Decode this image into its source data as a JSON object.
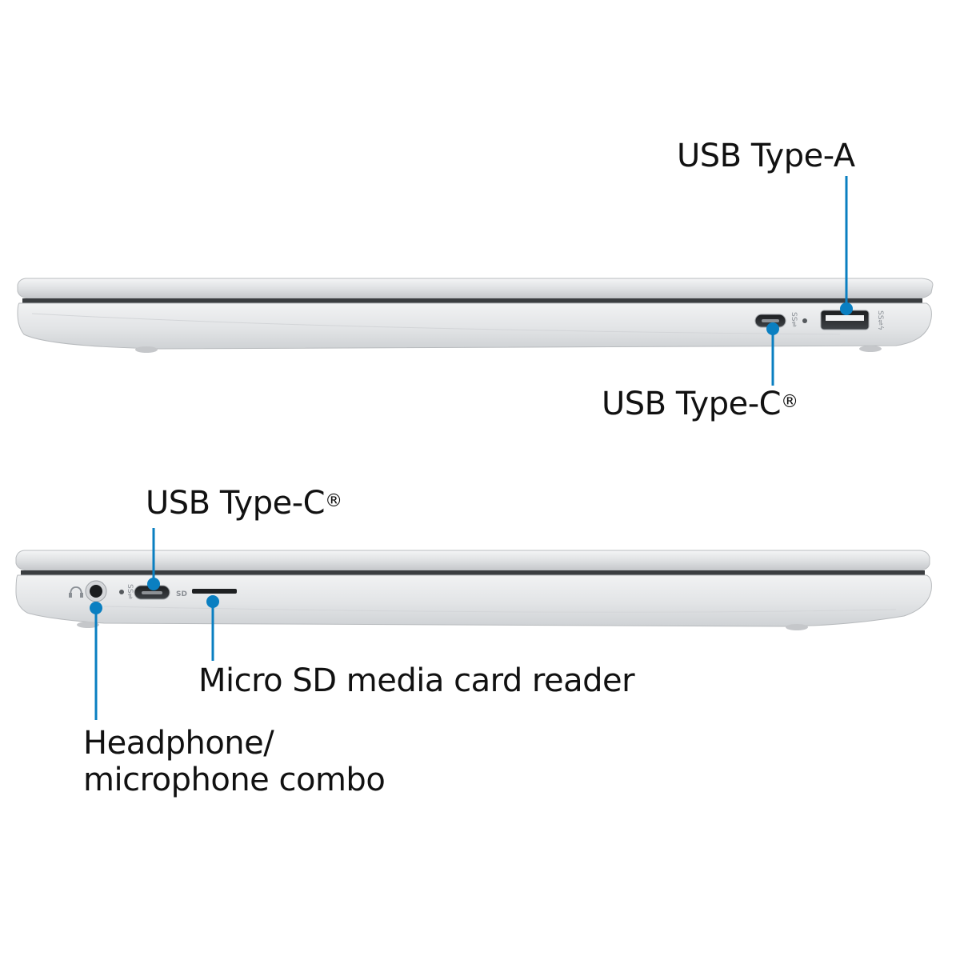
{
  "colors": {
    "callout": "#0a7fc1",
    "chassis_light": "#e9eaec",
    "chassis_mid": "#c9cbce",
    "chassis_dark": "#3a3d40",
    "text": "#111111"
  },
  "icons": {
    "headphone": "headphone-icon",
    "usb_superspeed": "usb-superspeed-icon",
    "charge_led": "led-indicator-icon"
  },
  "right_side": {
    "usb_a_label": "USB Type-A",
    "usb_c_label": "USB Type-C",
    "usb_c_mark": "®"
  },
  "left_side": {
    "usb_c_label": "USB Type-C",
    "usb_c_mark": "®",
    "sd_marking": "SD",
    "micro_sd_label": "Micro SD media card reader",
    "headphone_label_line1": "Headphone/",
    "headphone_label_line2": "microphone combo"
  }
}
